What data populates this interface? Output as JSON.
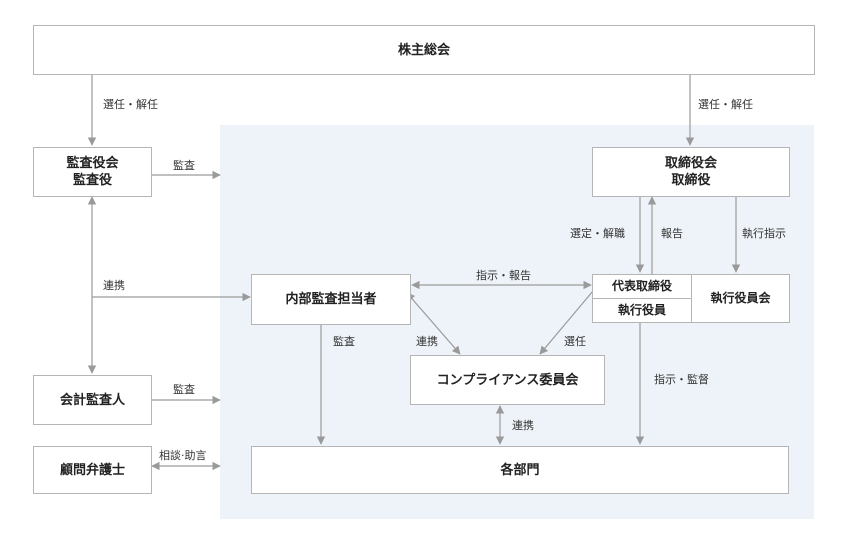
{
  "boxes": {
    "shareholders": "株主総会",
    "audit_board": "監査役会\n監査役",
    "board": "取締役会\n取締役",
    "internal_audit": "内部監査担当者",
    "ceo": "代表取締役",
    "officers": "執行役員",
    "exec_committee": "執行役員会",
    "compliance": "コンプライアンス委員会",
    "accounting_auditor": "会計監査人",
    "legal_advisor": "顧問弁護士",
    "departments": "各部門"
  },
  "labels": {
    "elect_left": "選任・解任",
    "elect_right": "選任・解任",
    "audit_top": "監査",
    "cooperation_left": "連携",
    "audit_accounting": "監査",
    "consult": "相談·助言",
    "select_dismiss": "選定・解職",
    "report": "報告",
    "exec_instruction": "執行指示",
    "instruct_report": "指示・報告",
    "audit_internal": "監査",
    "cooperation_mid": "連携",
    "appoint": "選任",
    "instruct_supervise": "指示・監督",
    "cooperation_bottom": "連携"
  },
  "colors": {
    "panel": "#eef3f9",
    "line": "#9a9a9a",
    "border": "#b5b5b5"
  }
}
